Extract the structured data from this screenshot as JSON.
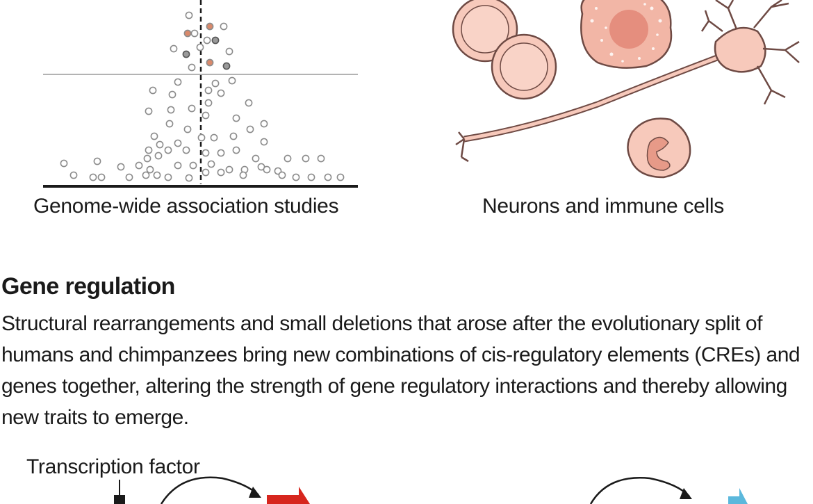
{
  "panels": {
    "gwas_caption": "Genome-wide association studies",
    "cells_caption": "Neurons and immune cells"
  },
  "section": {
    "title": "Gene regulation",
    "body": "Structural rearrangements and small deletions that arose after the evolutionary split of humans and chimpanzees bring new combinations of cis-regulatory elements (CREs) and genes together, altering the strength of gene regulatory interactions and thereby allowing new traits to emerge."
  },
  "labels": {
    "transcription_factor": "Transcription factor"
  },
  "colors": {
    "ink": "#1a1a1a",
    "cell_fill": "#f7c9bb",
    "cell_stroke": "#6e4a44",
    "dot_gray": "#8c8c8c",
    "dot_orange": "#d9896b",
    "gene_red": "#d7261e",
    "gene_blue": "#5bb8dc"
  }
}
